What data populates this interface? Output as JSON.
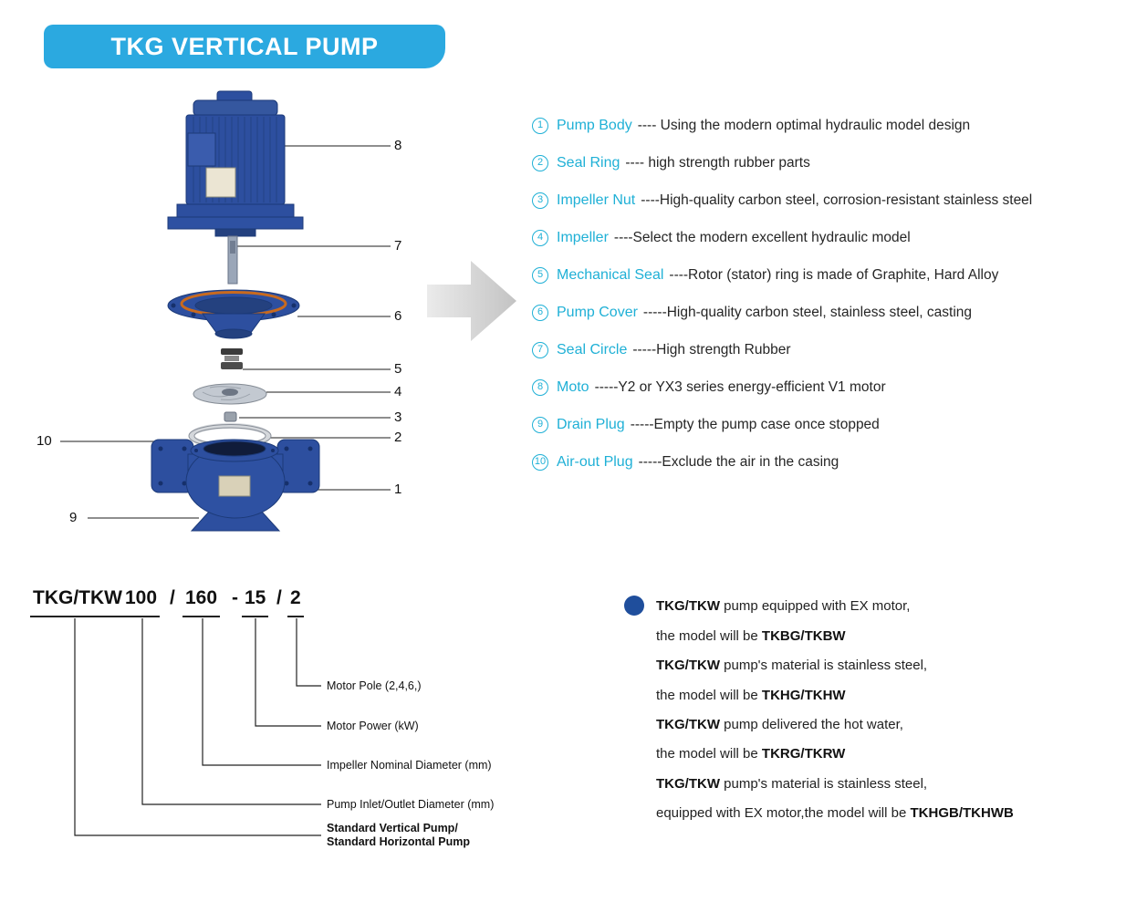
{
  "banner": {
    "title": "TKG VERTICAL PUMP"
  },
  "colors": {
    "banner_blue": "#2BA9E0",
    "part_name_cyan": "#1FB0D6",
    "pump_blue": "#2D4F9F",
    "bullet_blue": "#1F4E9C"
  },
  "parts_list": [
    {
      "num": "1",
      "name": "Pump Body",
      "desc": "---- Using the modern optimal hydraulic model design"
    },
    {
      "num": "2",
      "name": "Seal Ring",
      "desc": "---- high strength rubber parts"
    },
    {
      "num": "3",
      "name": "Impeller Nut",
      "desc": "----High-quality carbon steel, corrosion-resistant stainless steel"
    },
    {
      "num": "4",
      "name": "Impeller",
      "desc": "----Select the modern excellent hydraulic model"
    },
    {
      "num": "5",
      "name": "Mechanical Seal",
      "desc": "----Rotor (stator) ring is made of Graphite, Hard Alloy"
    },
    {
      "num": "6",
      "name": "Pump Cover",
      "desc": "-----High-quality carbon steel, stainless steel, casting"
    },
    {
      "num": "7",
      "name": "Seal Circle",
      "desc": "-----High strength Rubber"
    },
    {
      "num": "8",
      "name": "Moto",
      "desc": "-----Y2 or YX3 series energy-efficient V1 motor"
    },
    {
      "num": "9",
      "name": "Drain Plug",
      "desc": "-----Empty the pump case once stopped"
    },
    {
      "num": "10",
      "name": "Air-out Plug",
      "desc": "-----Exclude the air in the casing"
    }
  ],
  "callouts": [
    "8",
    "7",
    "6",
    "5",
    "4",
    "3",
    "2",
    "1",
    "10",
    "9"
  ],
  "nomenclature": {
    "code": [
      "TKG/TKW",
      "100",
      "/",
      "160",
      "-",
      "15",
      "/",
      "2"
    ],
    "labels": [
      "Motor Pole (2,4,6,)",
      "Motor Power (kW)",
      "Impeller Nominal Diameter (mm)",
      "Pump Inlet/Outlet Diameter (mm)",
      "Standard Vertical Pump/",
      "Standard Horizontal Pump"
    ]
  },
  "notes": [
    {
      "head": "TKG/TKW",
      "mid": " pump equipped with EX motor,",
      "tail": ""
    },
    {
      "head": "",
      "mid": "the model will be ",
      "tail": "TKBG/TKBW"
    },
    {
      "head": "TKG/TKW",
      "mid": " pump's material is stainless steel,",
      "tail": ""
    },
    {
      "head": "",
      "mid": "the model will be ",
      "tail": "TKHG/TKHW"
    },
    {
      "head": "TKG/TKW",
      "mid": " pump delivered the hot water,",
      "tail": ""
    },
    {
      "head": "",
      "mid": "the model will be ",
      "tail": "TKRG/TKRW"
    },
    {
      "head": "TKG/TKW",
      "mid": " pump's material is stainless steel,",
      "tail": ""
    },
    {
      "head": "",
      "mid": "equipped with EX motor,the model will be ",
      "tail": "TKHGB/TKHWB"
    }
  ]
}
